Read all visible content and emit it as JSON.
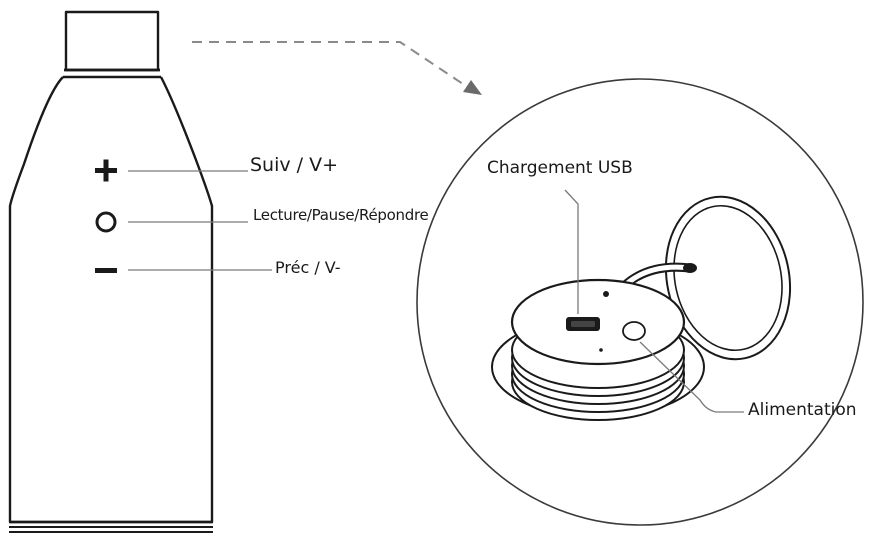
{
  "labels": {
    "next": "Suiv / V+",
    "play": "Lecture/Pause/Répondre",
    "prev": "Préc / V-",
    "usb": "Chargement USB",
    "power": "Alimentation"
  },
  "icons": {
    "plus": "plus-icon",
    "circle": "circle-icon",
    "minus": "minus-icon"
  },
  "colors": {
    "line": "#1a1a1a",
    "leader": "#888888"
  }
}
